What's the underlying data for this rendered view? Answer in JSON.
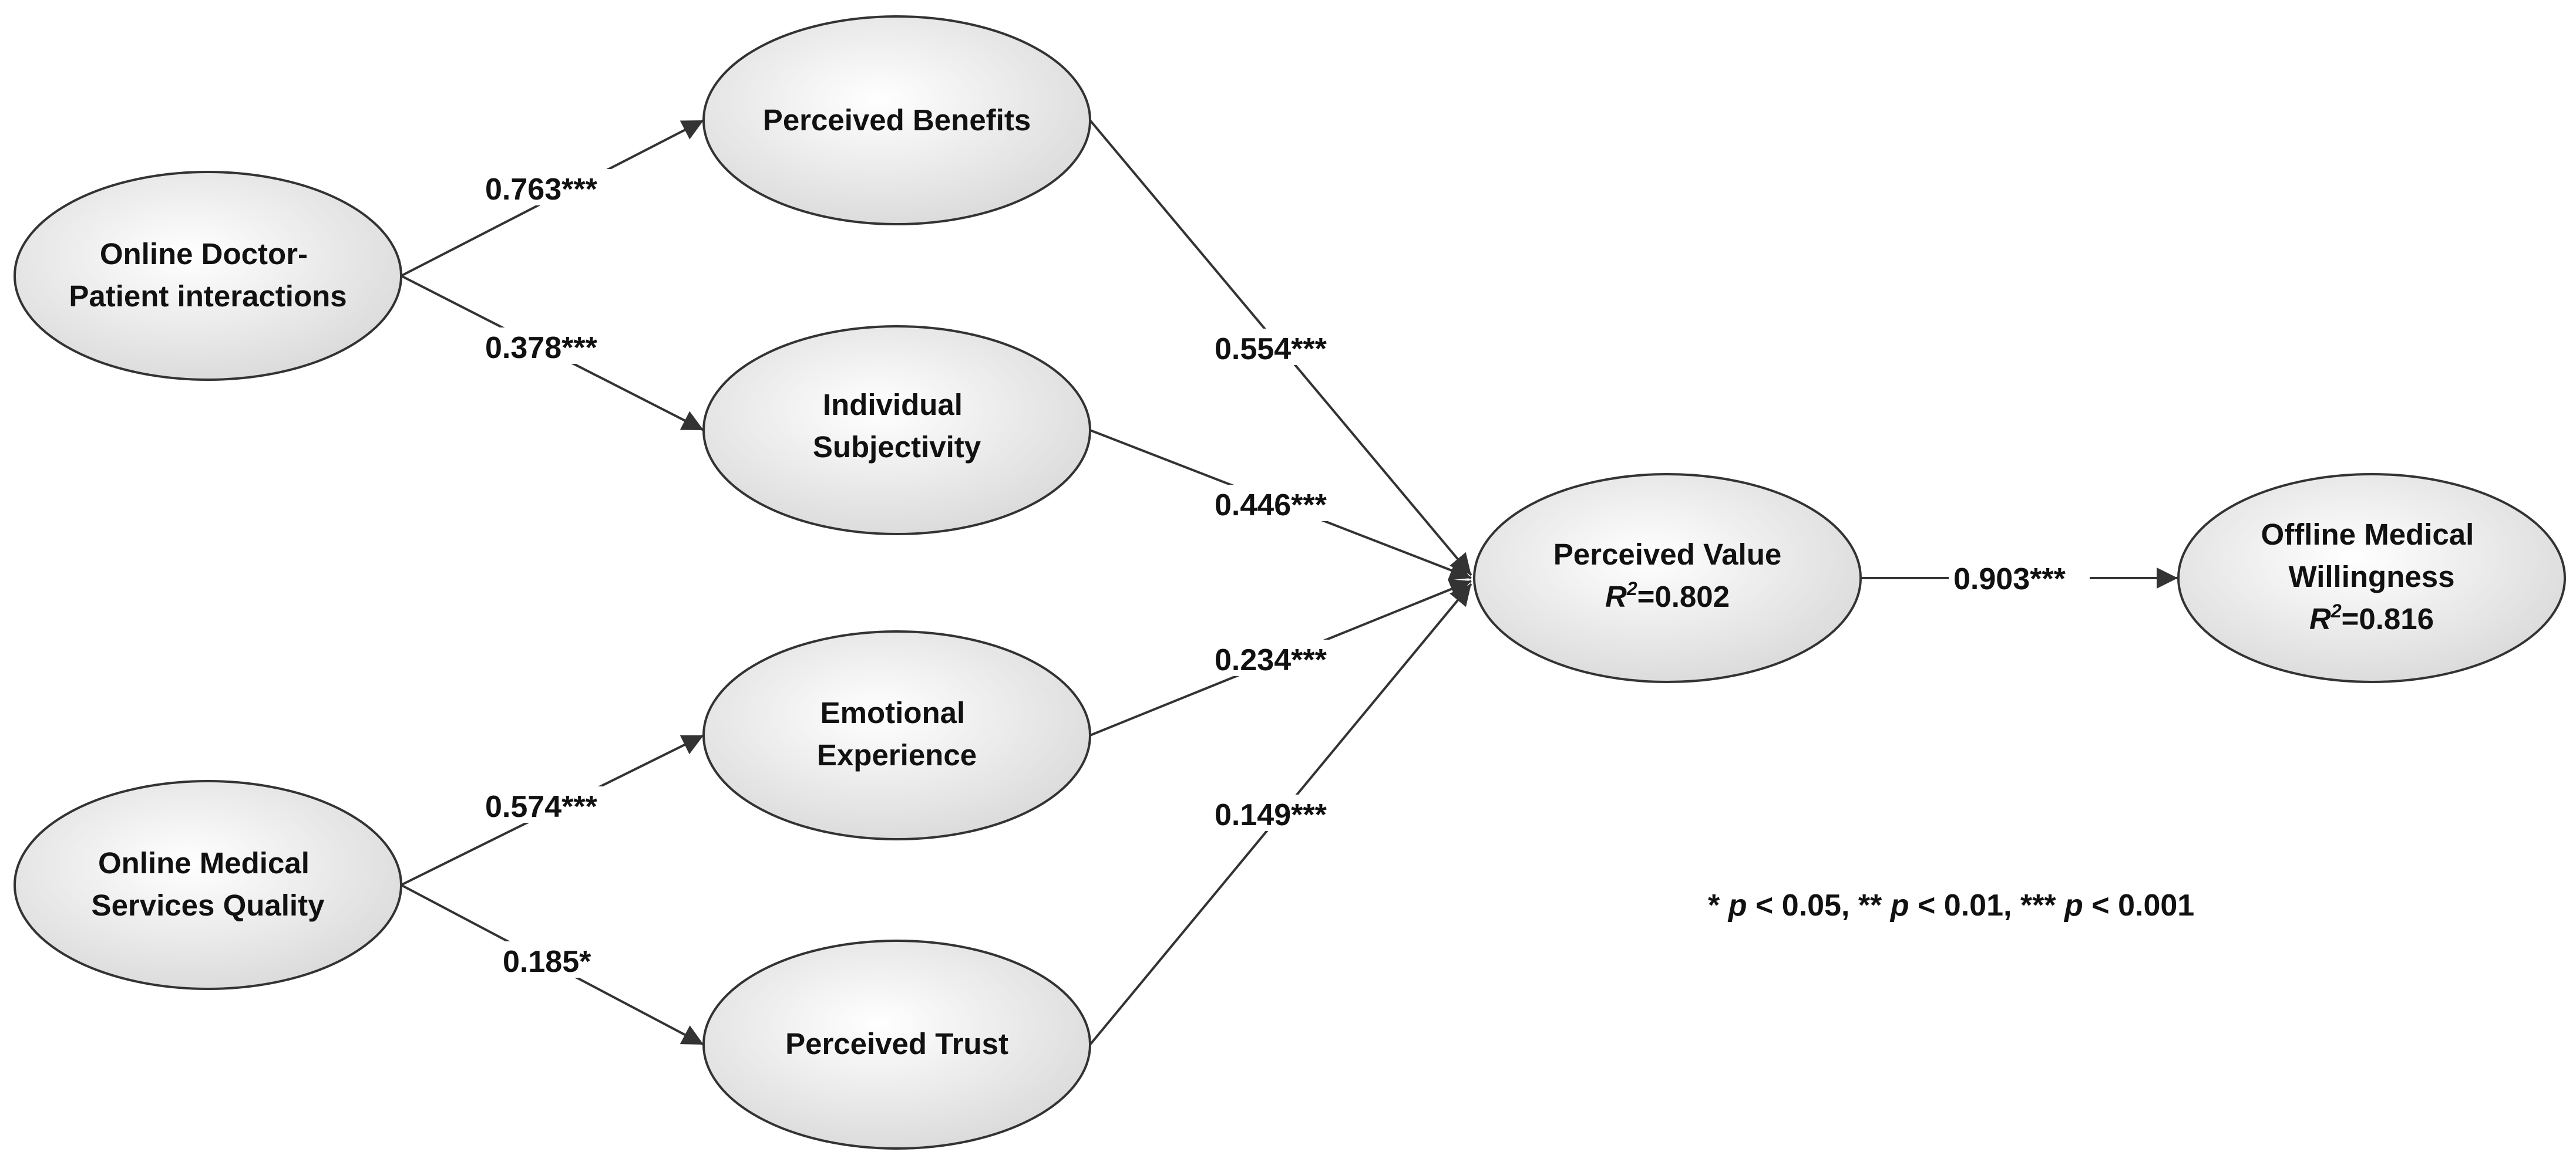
{
  "nodes": {
    "online_doctor_patient_interactions": {
      "lines": [
        "Online Doctor-",
        "Patient interactions"
      ]
    },
    "online_medical_services_quality": {
      "lines": [
        "Online Medical",
        "Services Quality"
      ]
    },
    "perceived_benefits": {
      "lines": [
        "Perceived Benefits"
      ]
    },
    "individual_subjectivity": {
      "lines": [
        "Individual",
        "Subjectivity"
      ]
    },
    "emotional_experience": {
      "lines": [
        "Emotional",
        "Experience"
      ]
    },
    "perceived_trust": {
      "lines": [
        "Perceived Trust"
      ]
    },
    "perceived_value": {
      "lines": [
        "Perceived Value"
      ],
      "r2": "=0.802"
    },
    "offline_medical_willingness": {
      "lines": [
        "Offline Medical",
        "Willingness"
      ],
      "r2": "=0.816"
    }
  },
  "r2_symbol": "R",
  "r2_superscript": "2",
  "paths": {
    "interactions_to_benefits": "0.763***",
    "interactions_to_subjectivity": "0.378***",
    "quality_to_emotional": "0.574***",
    "quality_to_trust": "0.185*",
    "benefits_to_value": "0.554***",
    "subjectivity_to_value": "0.446***",
    "emotional_to_value": "0.234***",
    "trust_to_value": "0.149***",
    "value_to_willingness": "0.903***"
  },
  "significance_note": {
    "p": "p",
    "s1": "* ",
    "s2": " < 0.05, ** ",
    "s3": " < 0.01, *** ",
    "s4": " < 0.001"
  },
  "colors": {
    "node_fill_light": "#ffffff",
    "node_fill_dark": "#d9d9d9",
    "stroke": "#333333",
    "text": "#111111"
  }
}
